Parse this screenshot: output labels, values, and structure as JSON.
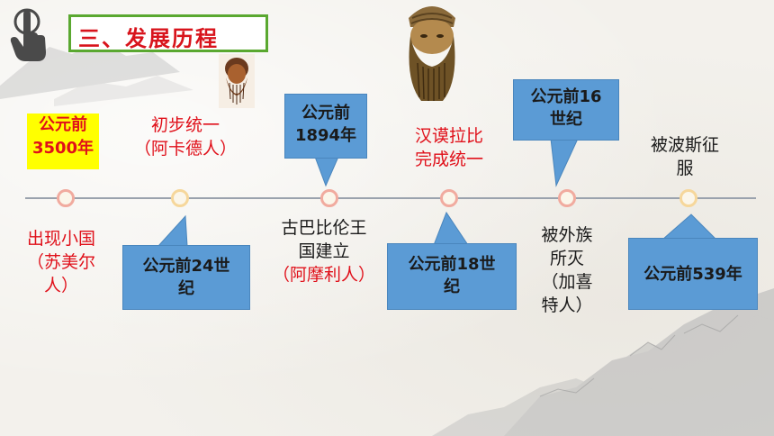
{
  "slide": {
    "title": "三、发展历程",
    "icons": {
      "pointer": "hand-pointer-icon"
    }
  },
  "timeline": {
    "upper": {
      "e1": [
        "公元前",
        "3500年"
      ],
      "e2": [
        "初步统一",
        "（阿卡德人）"
      ],
      "e3": [
        "公元前",
        "1894年"
      ],
      "e4": [
        "汉谟拉比",
        "完成统一"
      ],
      "e5": [
        "公元前16",
        "世纪"
      ],
      "e6": [
        "被波斯征",
        "服"
      ]
    },
    "lower": {
      "e1": [
        "出现小国",
        "（苏美尔",
        "人）"
      ],
      "e2": [
        "公元前24世",
        "纪"
      ],
      "e3": [
        "古巴比伦王",
        "国建立",
        "（阿摩利人）"
      ],
      "e4": [
        "公元前18世",
        "纪"
      ],
      "e5": [
        "被外族",
        "所灭",
        "（加喜",
        "特人）"
      ],
      "e6": [
        "公元前539年"
      ]
    }
  },
  "colors": {
    "title_border": "#5aa830",
    "title_text": "#d8141c",
    "callout_fill": "#5b9bd5",
    "highlight": "#ffff00",
    "event_red": "#e0101a"
  }
}
